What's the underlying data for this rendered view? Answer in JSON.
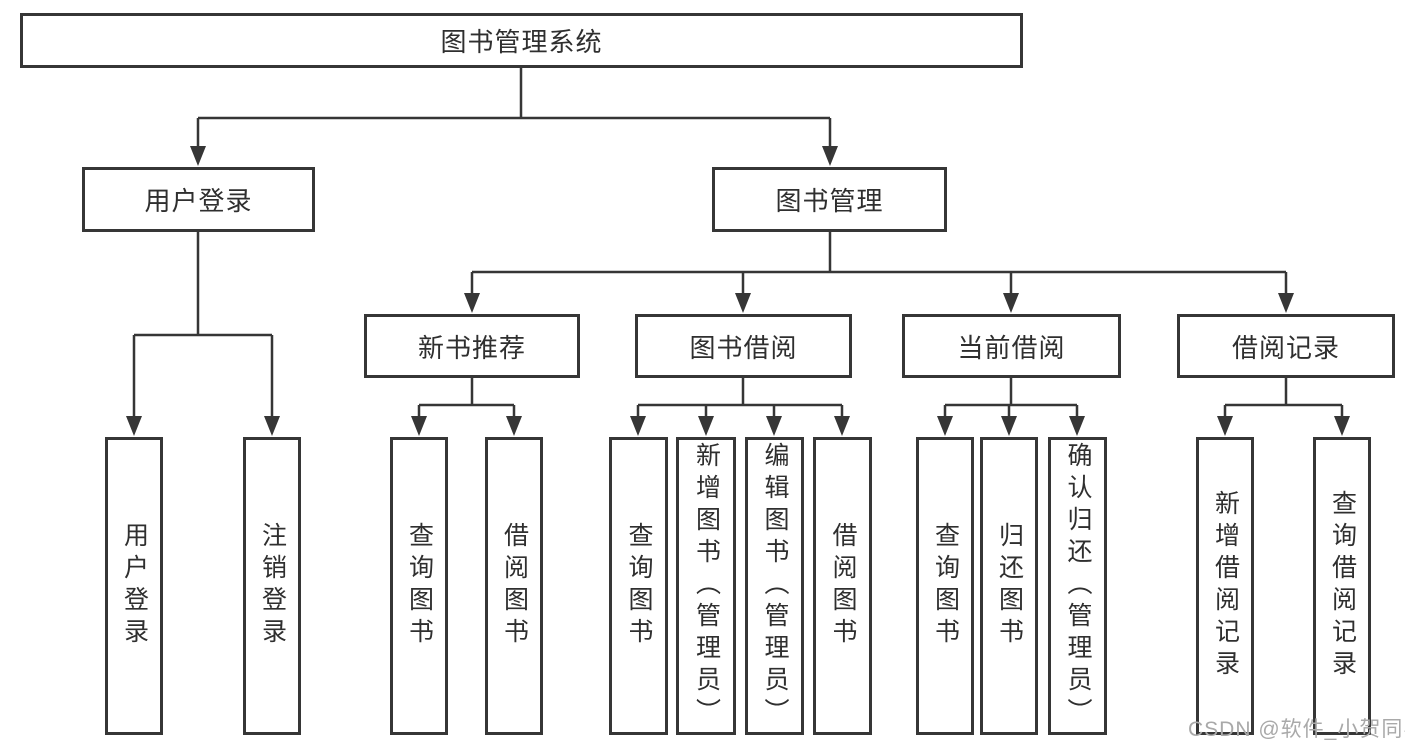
{
  "watermark": "CSDN @软件_小贺同学",
  "colors": {
    "line": "#363636",
    "text": "#2f2f2f",
    "watermark": "#a9a9a9"
  },
  "tree": {
    "label": "图书管理系统",
    "children": [
      {
        "label": "用户登录",
        "children": [
          {
            "label": "用户登录"
          },
          {
            "label": "注销登录"
          }
        ]
      },
      {
        "label": "图书管理",
        "children": [
          {
            "label": "新书推荐",
            "children": [
              {
                "label": "查询图书"
              },
              {
                "label": "借阅图书"
              }
            ]
          },
          {
            "label": "图书借阅",
            "children": [
              {
                "label": "查询图书"
              },
              {
                "label": "新增图书（管理员）"
              },
              {
                "label": "编辑图书（管理员）"
              },
              {
                "label": "借阅图书"
              }
            ]
          },
          {
            "label": "当前借阅",
            "children": [
              {
                "label": "查询图书"
              },
              {
                "label": "归还图书"
              },
              {
                "label": "确认归还（管理员）"
              }
            ]
          },
          {
            "label": "借阅记录",
            "children": [
              {
                "label": "新增借阅记录"
              },
              {
                "label": "查询借阅记录"
              }
            ]
          }
        ]
      }
    ]
  }
}
